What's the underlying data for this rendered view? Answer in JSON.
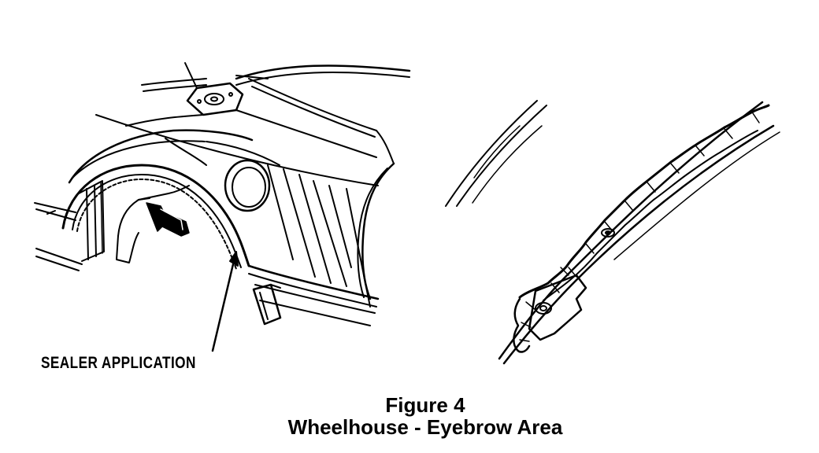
{
  "labels": {
    "callout": "SEALER APPLICATION"
  },
  "figure": {
    "number": "Figure 4",
    "caption": "Wheelhouse - Eyebrow Area"
  }
}
